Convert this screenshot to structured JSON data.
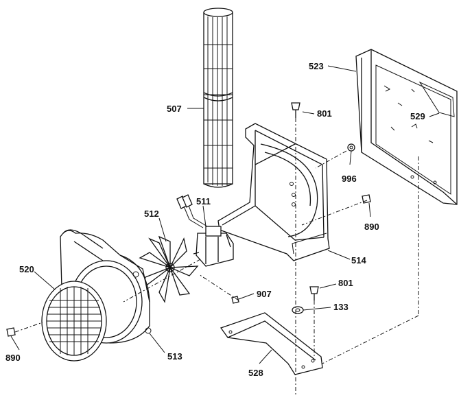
{
  "diagram": {
    "labels": {
      "l507": "507",
      "l523": "523",
      "l801a": "801",
      "l529": "529",
      "l996": "996",
      "l511": "511",
      "l512": "512",
      "l890a": "890",
      "l520": "520",
      "l514": "514",
      "l907": "907",
      "l801b": "801",
      "l133": "133",
      "l890b": "890",
      "l513": "513",
      "l528": "528"
    }
  }
}
